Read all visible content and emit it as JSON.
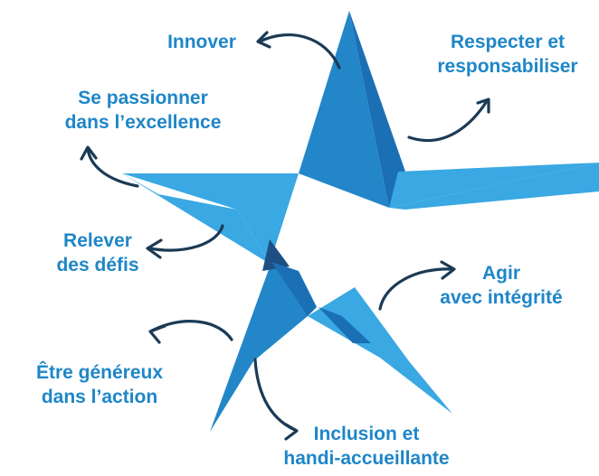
{
  "colors": {
    "dark_blue": "#1a6fb5",
    "mid_blue": "#2386c8",
    "light_blue": "#39a8e3",
    "shadow_blue": "#1d4f84",
    "arrow": "#1b3a55",
    "label_blue": "#1e86c8"
  },
  "values": {
    "innover": {
      "line1": "Innover"
    },
    "respecter": {
      "line1": "Respecter et",
      "line2": "responsabiliser"
    },
    "passionner": {
      "line1": "Se passionner",
      "line2": "dans l’excellence"
    },
    "relever": {
      "line1": "Relever",
      "line2": "des défis"
    },
    "agir": {
      "line1": "Agir",
      "line2": "avec intégrité"
    },
    "etre": {
      "line1": "Être généreux",
      "line2": "dans l’action"
    },
    "inclusion": {
      "line1": "Inclusion et",
      "line2": "handi-accueillante"
    }
  }
}
